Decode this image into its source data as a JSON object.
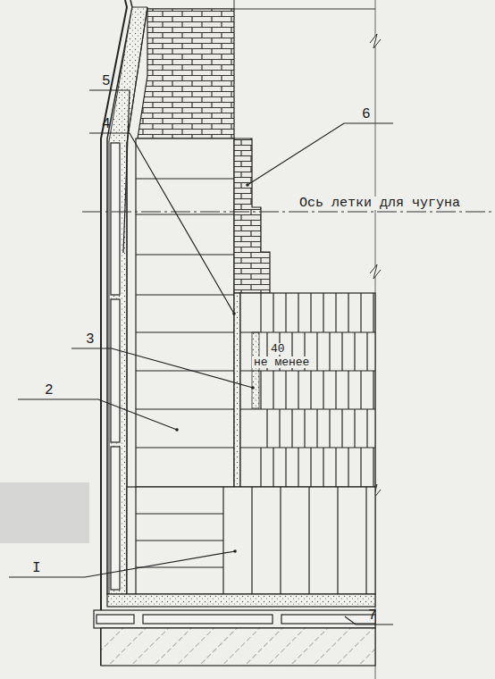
{
  "diagram": {
    "labels": [
      "6",
      "5",
      "4",
      "3",
      "2",
      "I",
      "40",
      "не менее",
      "Ось летки для чугуна",
      "7"
    ]
  }
}
